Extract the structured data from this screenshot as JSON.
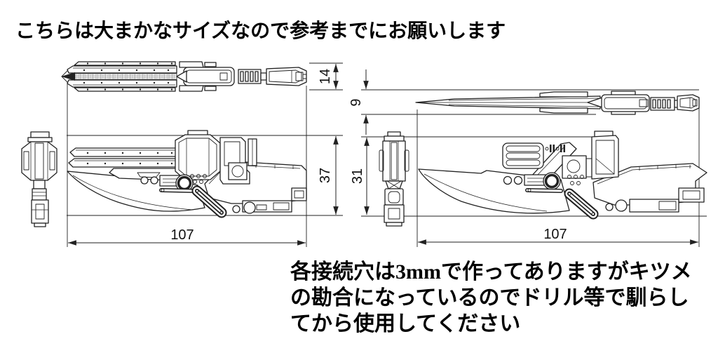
{
  "colors": {
    "background": "#ffffff",
    "line": "#222222",
    "text": "#000000"
  },
  "notes": {
    "top": "こちらは大まかなサイズなので参考までにお願いします",
    "bottom_line1": "各接続穴は3mmで作ってありますがキツメ",
    "bottom_line2": "の勘合になっているのでドリル等で馴らし",
    "bottom_line3": "てから使用してください"
  },
  "views": {
    "gun_mode": {
      "dims": {
        "top_height": "14",
        "side_height": "37",
        "length": "107"
      }
    },
    "sword_mode": {
      "dims": {
        "blade_height": "9",
        "side_height": "31",
        "length": "107"
      }
    }
  }
}
